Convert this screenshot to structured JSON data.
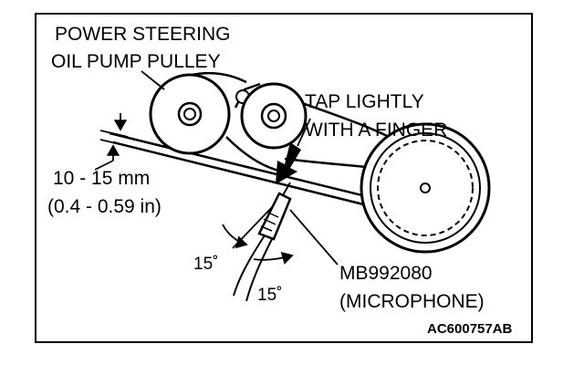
{
  "labels": {
    "pulley_line1": "POWER STEERING",
    "pulley_line2": "OIL PUMP PULLEY",
    "tap_line1": "TAP LIGHTLY",
    "tap_line2": "WITH A FINGER",
    "distance_mm": "10 - 15 mm",
    "distance_in": "(0.4 - 0.59 in)",
    "angle_left": "15˚",
    "angle_bottom": "15˚",
    "tool_number": "MB992080",
    "tool_name": "(MICROPHONE)",
    "figure_code": "AC600757AB"
  },
  "colors": {
    "ink": "#000000",
    "background": "#ffffff"
  }
}
